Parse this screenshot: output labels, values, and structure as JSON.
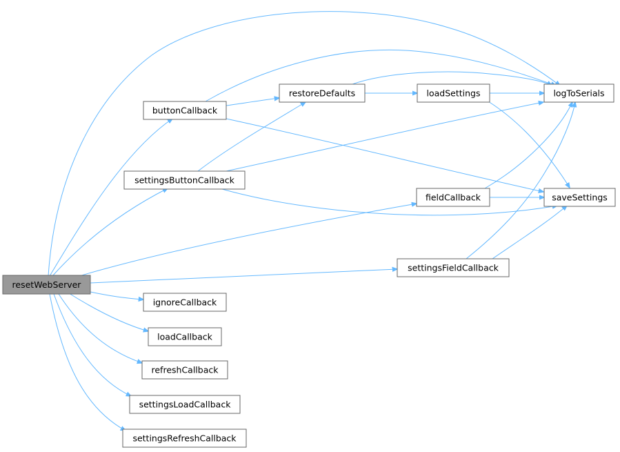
{
  "nodes": {
    "resetWebServer": "resetWebServer",
    "buttonCallback": "buttonCallback",
    "settingsButtonCallback": "settingsButtonCallback",
    "restoreDefaults": "restoreDefaults",
    "loadSettings": "loadSettings",
    "logToSerials": "logToSerials",
    "fieldCallback": "fieldCallback",
    "saveSettings": "saveSettings",
    "settingsFieldCallback": "settingsFieldCallback",
    "ignoreCallback": "ignoreCallback",
    "loadCallback": "loadCallback",
    "refreshCallback": "refreshCallback",
    "settingsLoadCallback": "settingsLoadCallback",
    "settingsRefreshCallback": "settingsRefreshCallback"
  },
  "colors": {
    "edge": "#63b8ff",
    "root_fill": "#999999",
    "node_border": "#666666"
  }
}
